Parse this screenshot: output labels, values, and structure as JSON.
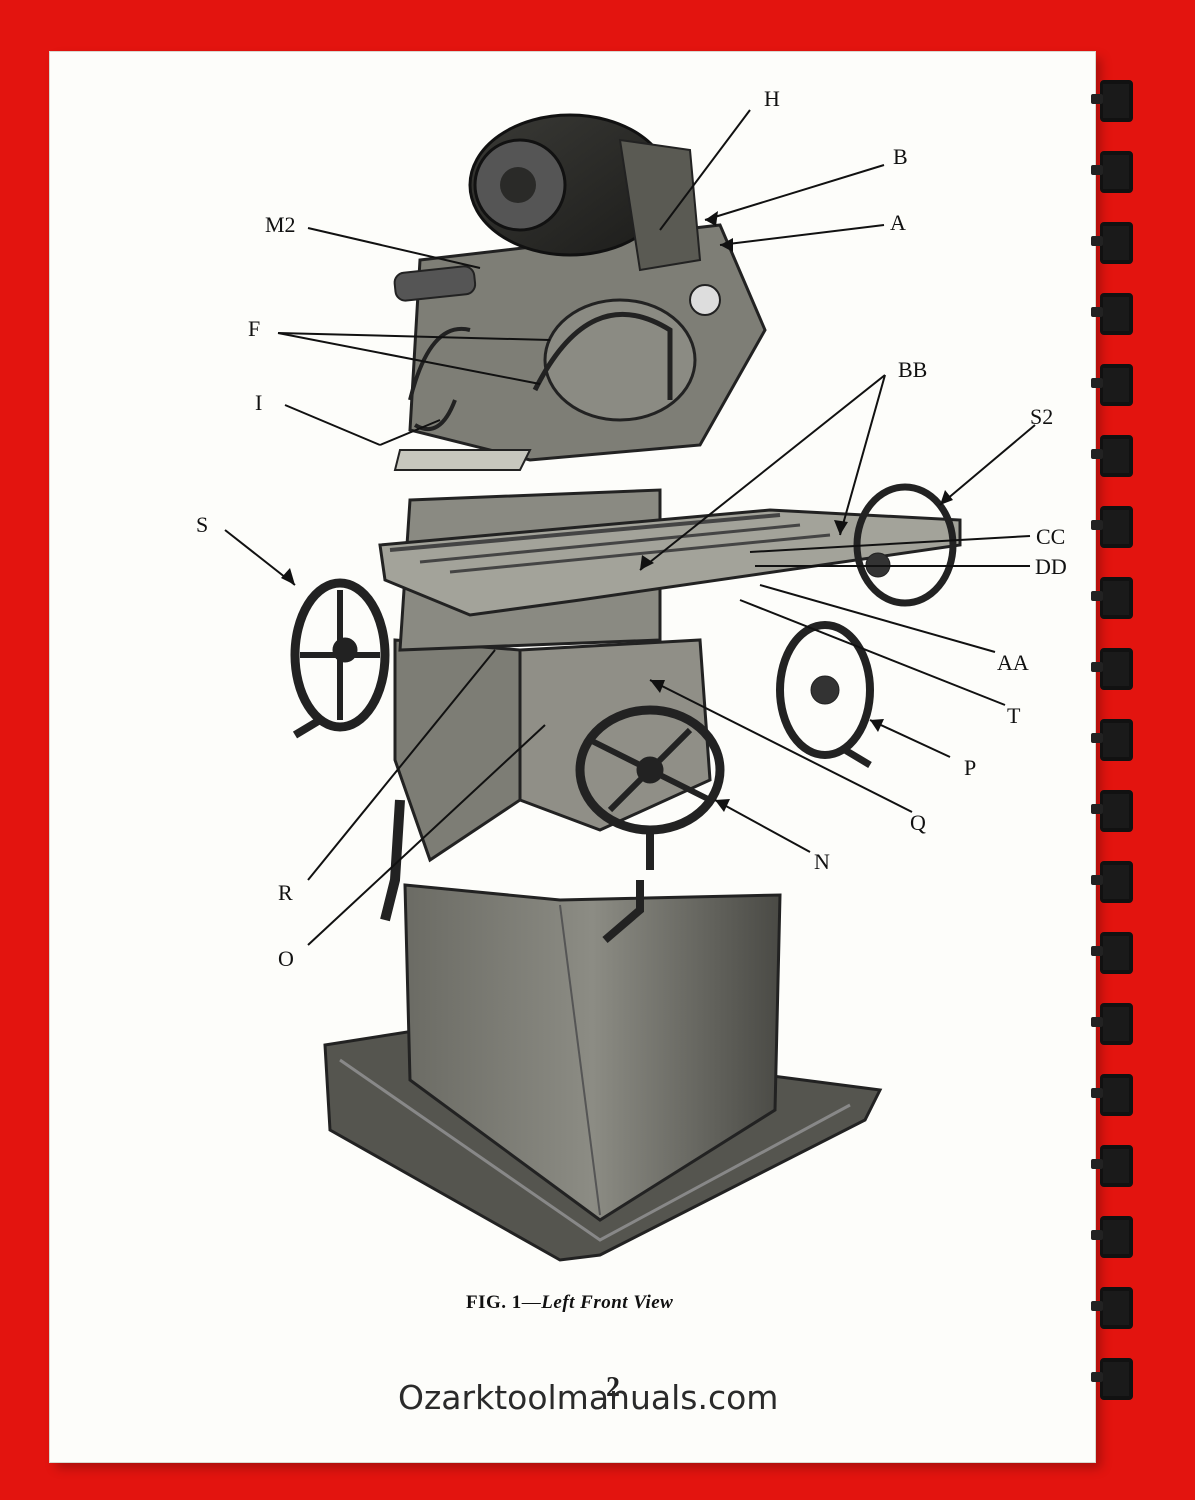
{
  "figure": {
    "caption_prefix": "FIG. 1",
    "caption_dash": "—",
    "caption_title": "Left Front View",
    "page_number": "2",
    "watermark": "Ozarktoolmanuals.com"
  },
  "callouts": {
    "H": "H",
    "B": "B",
    "A": "A",
    "M2": "M2",
    "F": "F",
    "I": "I",
    "BB": "BB",
    "S2": "S2",
    "S": "S",
    "CC": "CC",
    "DD": "DD",
    "AA": "AA",
    "T": "T",
    "P": "P",
    "Q": "Q",
    "N": "N",
    "R": "R",
    "O": "O"
  },
  "colors": {
    "background": "#e3140f",
    "paper": "#fdfdfa",
    "ink": "#111111"
  }
}
